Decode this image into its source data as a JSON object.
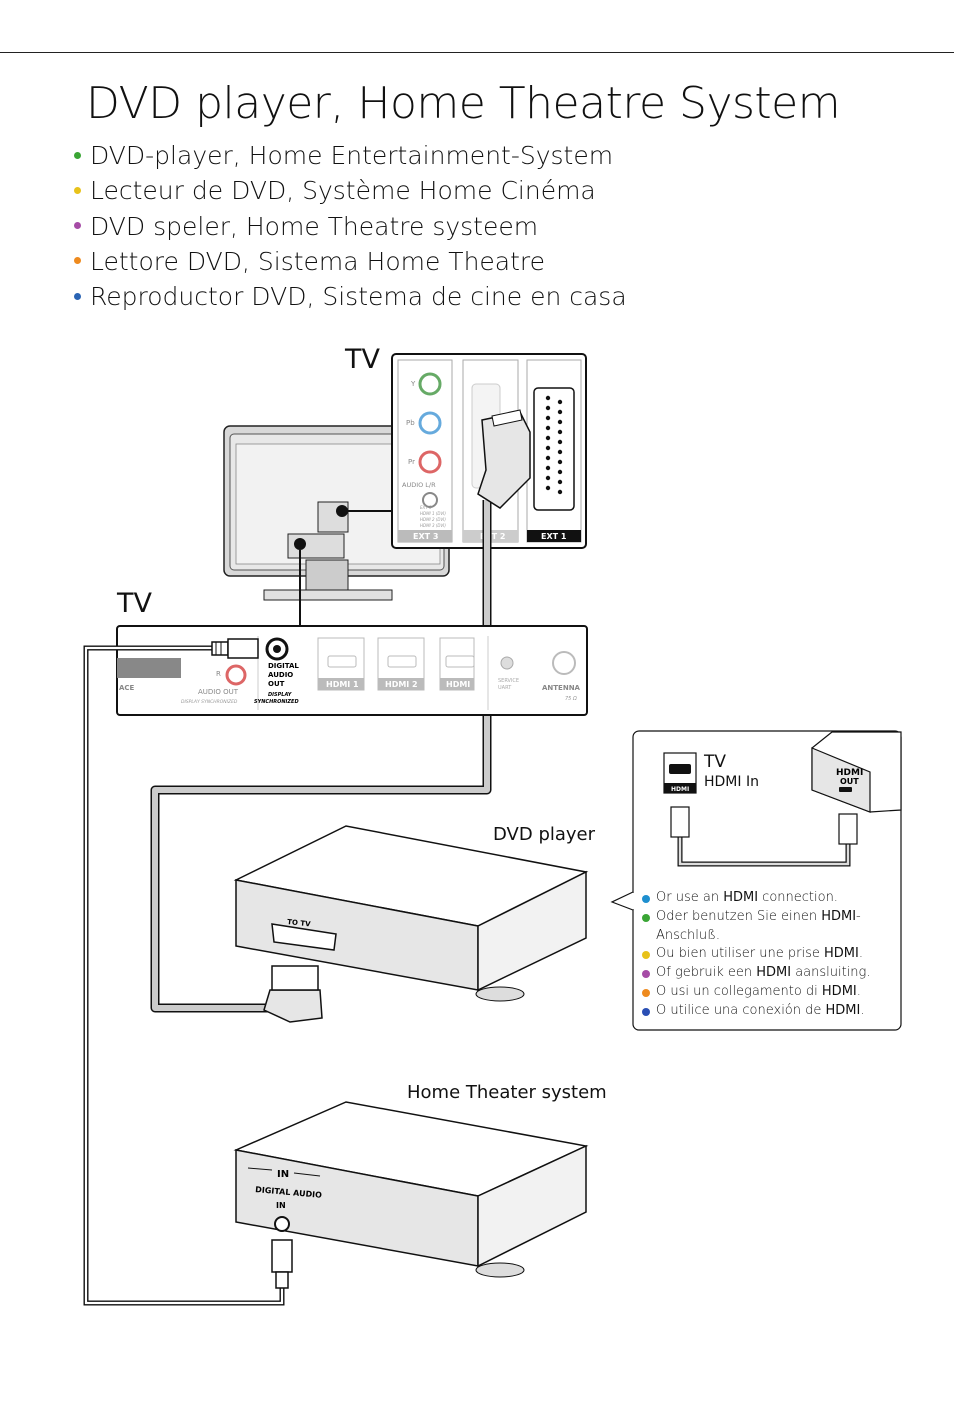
{
  "page": {
    "title": "DVD player, Home Theatre System"
  },
  "languages": [
    {
      "text": "DVD-player,  Home Entertainment-System",
      "color": "#3aa535"
    },
    {
      "text": "Lecteur de DVD, Système Home Cinéma",
      "color": "#e8c21a"
    },
    {
      "text": "DVD speler, Home Theatre systeem",
      "color": "#a64ca6"
    },
    {
      "text": "Lettore DVD, Sistema Home Theatre",
      "color": "#ee8a1e"
    },
    {
      "text": "Reproductor DVD, Sistema de cine en casa",
      "color": "#2a64b4"
    }
  ],
  "labels": {
    "tv_top": "TV",
    "tv_panel": "TV",
    "dvd_player": "DVD player",
    "home_theater": "Home Theater system"
  },
  "side_panel": {
    "ports": {
      "y": "Y",
      "pb": "Pb",
      "pr": "Pr",
      "audio_lr": "AUDIO L/R",
      "ext_small": [
        "EXT 3",
        "HDMI 1 (DVI)",
        "HDMI 2 (DVI)",
        "HDMI 3 (DVI)"
      ],
      "ext3": "EXT 3",
      "ext2": "EXT 2",
      "ext1": "EXT 1"
    }
  },
  "rear_panel": {
    "ace": "ACE",
    "r": "R",
    "audio_out": "AUDIO OUT",
    "display_sync": "DISPLAY SYNCHRONIZED",
    "digital_audio_out": [
      "DIGITAL",
      "AUDIO",
      "OUT"
    ],
    "display_sync_2": [
      "DISPLAY",
      "SYNCHRONIZED"
    ],
    "hdmi1": "HDMI 1",
    "hdmi2": "HDMI 2",
    "hdmi3": "HDMI",
    "service_uart": [
      "SERVICE",
      "UART"
    ],
    "antenna": "ANTENNA",
    "antenna_ohm": "75 Ω"
  },
  "dvd_box": {
    "to_tv": "TO TV"
  },
  "ht_box": {
    "in_label": "IN",
    "digital_audio": "DIGITAL AUDIO",
    "in2": "IN"
  },
  "callout": {
    "tv": "TV",
    "hdmi_in": "HDMI In",
    "port_label": "HDMI",
    "hdmi_out": [
      "HDMI",
      "OUT"
    ],
    "notes": [
      {
        "pre": "Or use an ",
        "hdmi": "HDMI",
        "post": " connection.",
        "color": "#1e8fcf"
      },
      {
        "pre": "Oder benutzen Sie einen ",
        "hdmi": "HDMI",
        "post": "-Anschluß.",
        "color": "#3aa535"
      },
      {
        "pre": "Ou bien utiliser une prise ",
        "hdmi": "HDMI",
        "post": ".",
        "color": "#e8c21a"
      },
      {
        "pre": "Of gebruik een ",
        "hdmi": "HDMI",
        "post": " aansluiting.",
        "color": "#a64ca6"
      },
      {
        "pre": "O usi un collegamento di ",
        "hdmi": "HDMI",
        "post": ".",
        "color": "#ee8a1e"
      },
      {
        "pre": "O utilice una conexión de ",
        "hdmi": "HDMI",
        "post": ".",
        "color": "#2a4fb4"
      }
    ]
  }
}
